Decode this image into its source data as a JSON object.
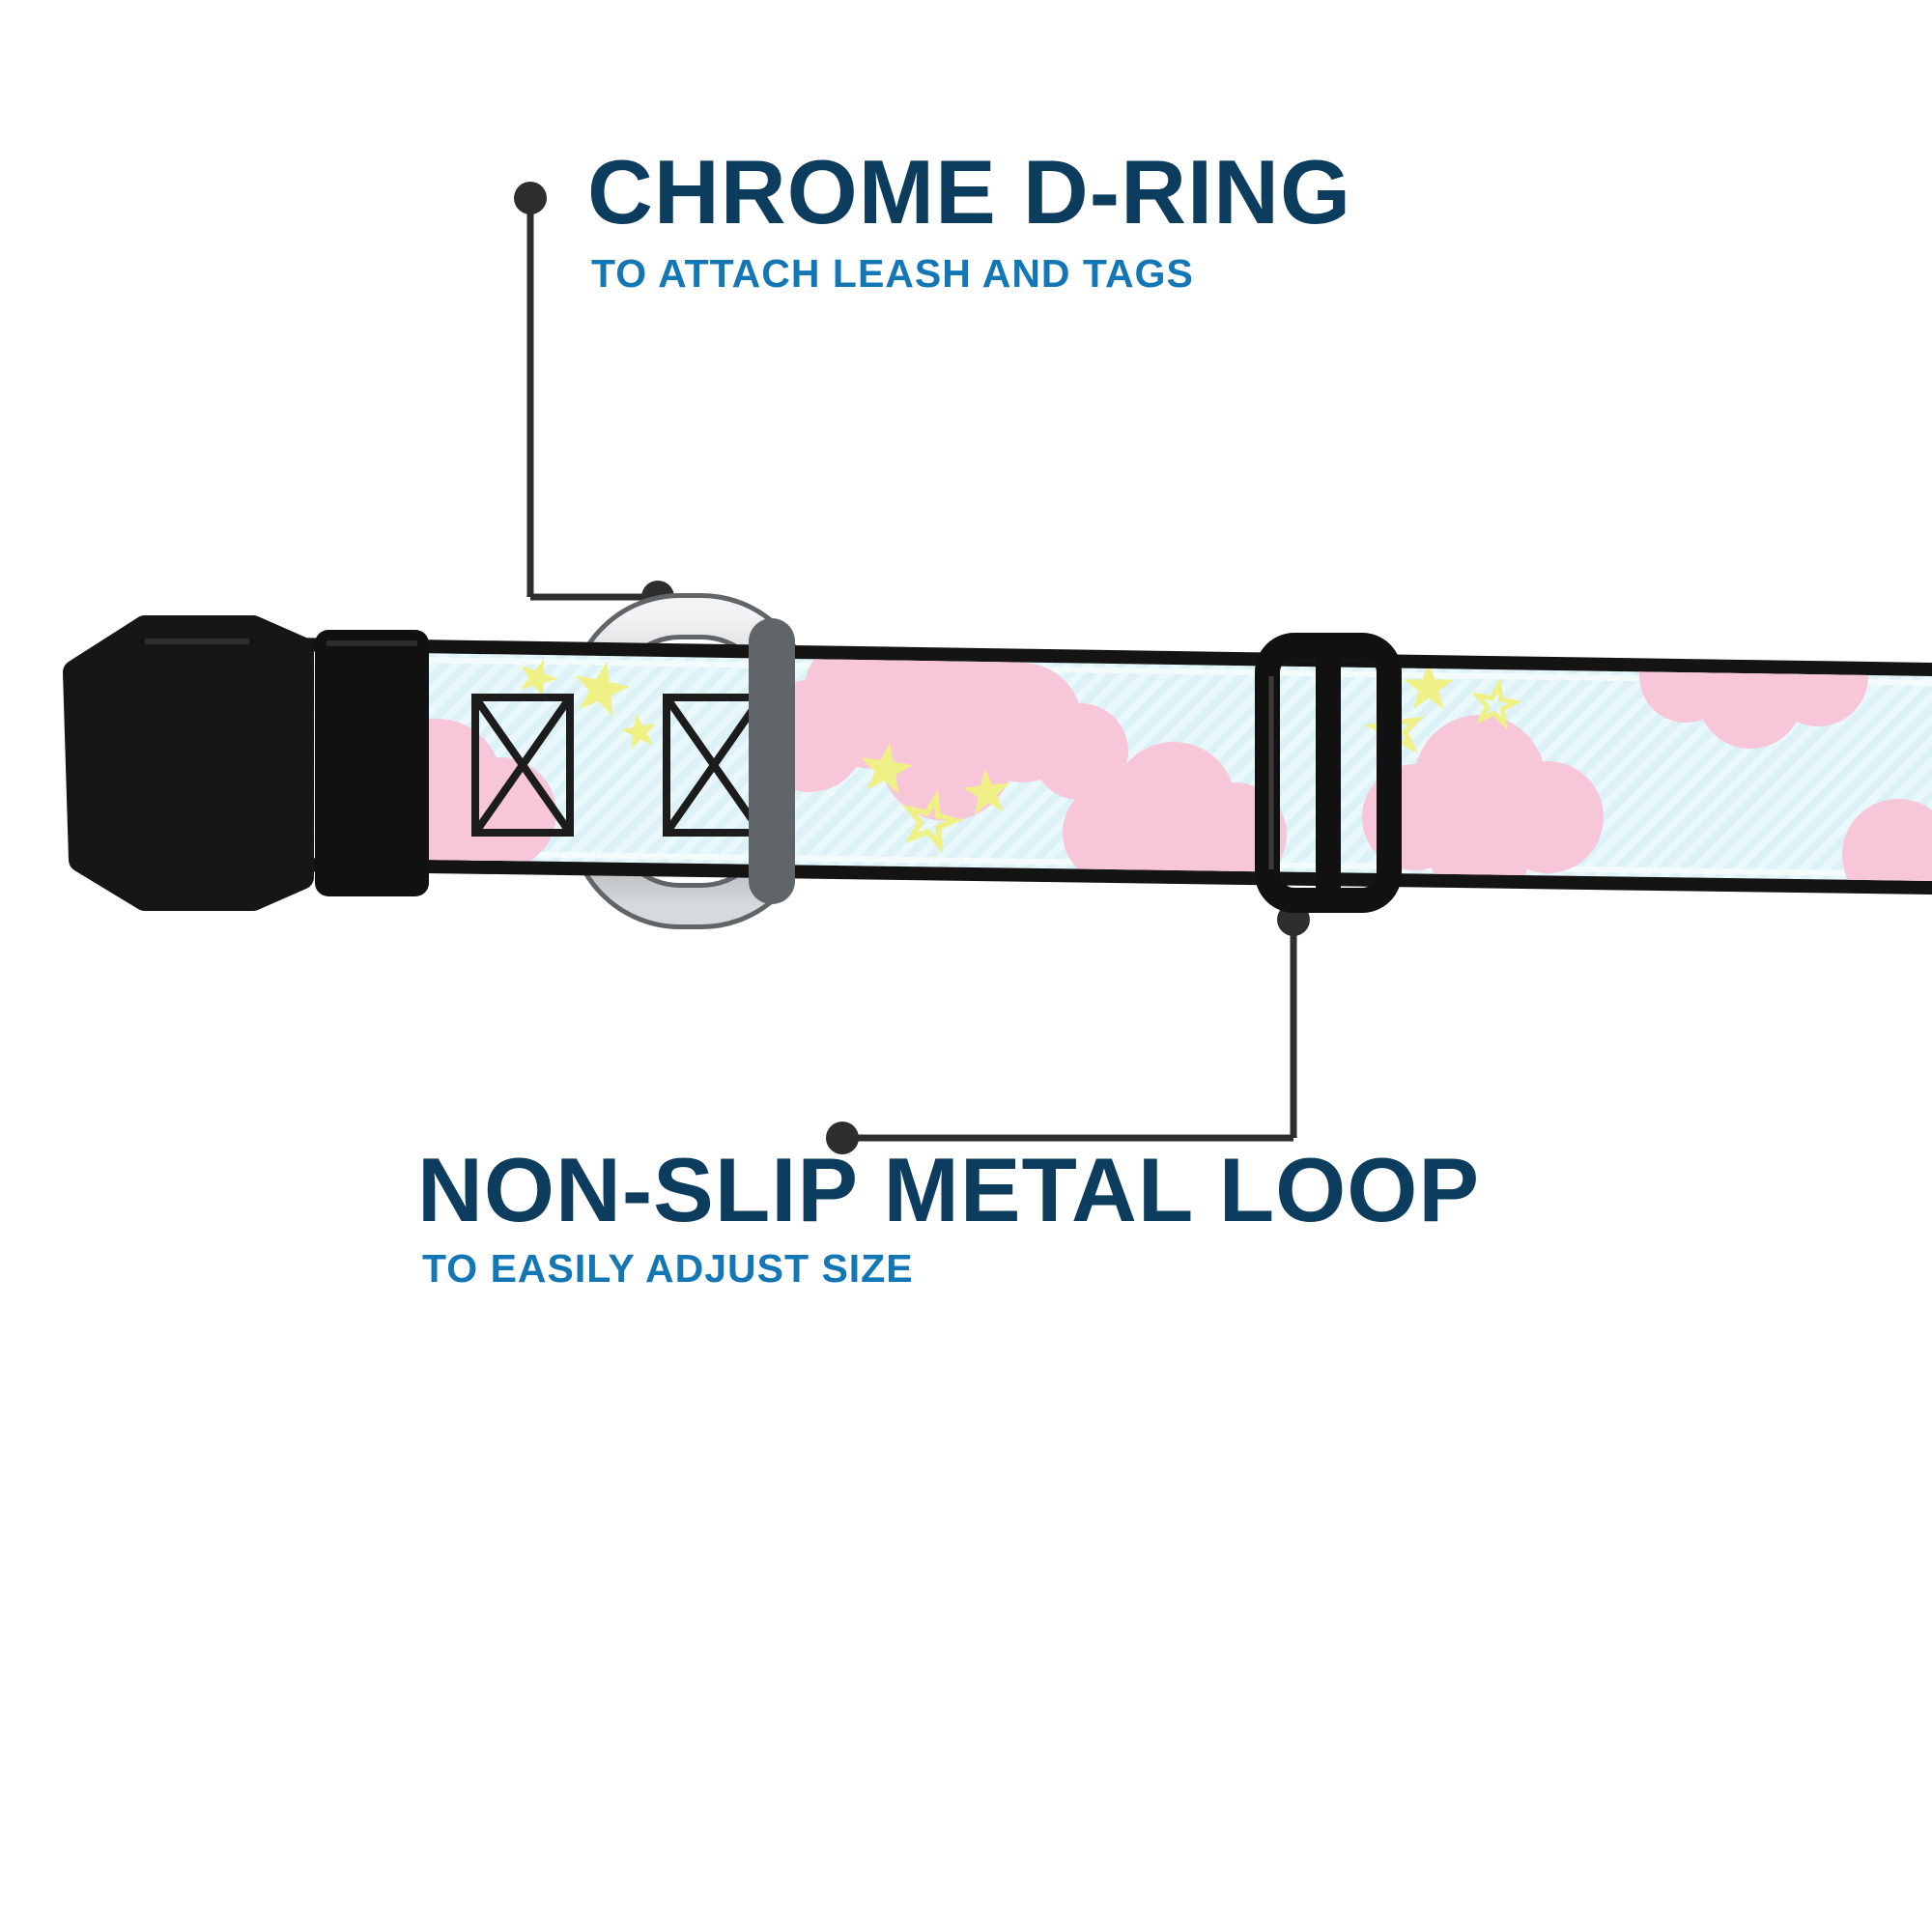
{
  "callouts": [
    {
      "id": "chrome-d-ring",
      "title": "CHROME D-RING",
      "subtitle": "TO ATTACH LEASH AND TAGS"
    },
    {
      "id": "non-slip-metal-loop",
      "title": "NON-SLIP METAL LOOP",
      "subtitle": "TO EASILY ADJUST SIZE"
    }
  ],
  "colors": {
    "page": "#ffffff",
    "title": "#0c3c5e",
    "subtitle": "#1477b5",
    "callout_line": "#2e2e2e",
    "collar_base": "#dff3f6",
    "collar_edge": "#141414",
    "cloud_pink": "#f8c6d9",
    "star_yellow": "#eff086",
    "hardware_black": "#151515",
    "chrome_light": "#f2f3f4",
    "chrome_dark": "#8d9296"
  },
  "illustration": {
    "description": "Dog collar with light blue webbing, pink clouds and yellow stars pattern",
    "parts": [
      "side-release-buckle",
      "stitch-box",
      "stitch-box",
      "chrome-d-ring",
      "webbing-strap",
      "tri-glide-slider"
    ]
  }
}
